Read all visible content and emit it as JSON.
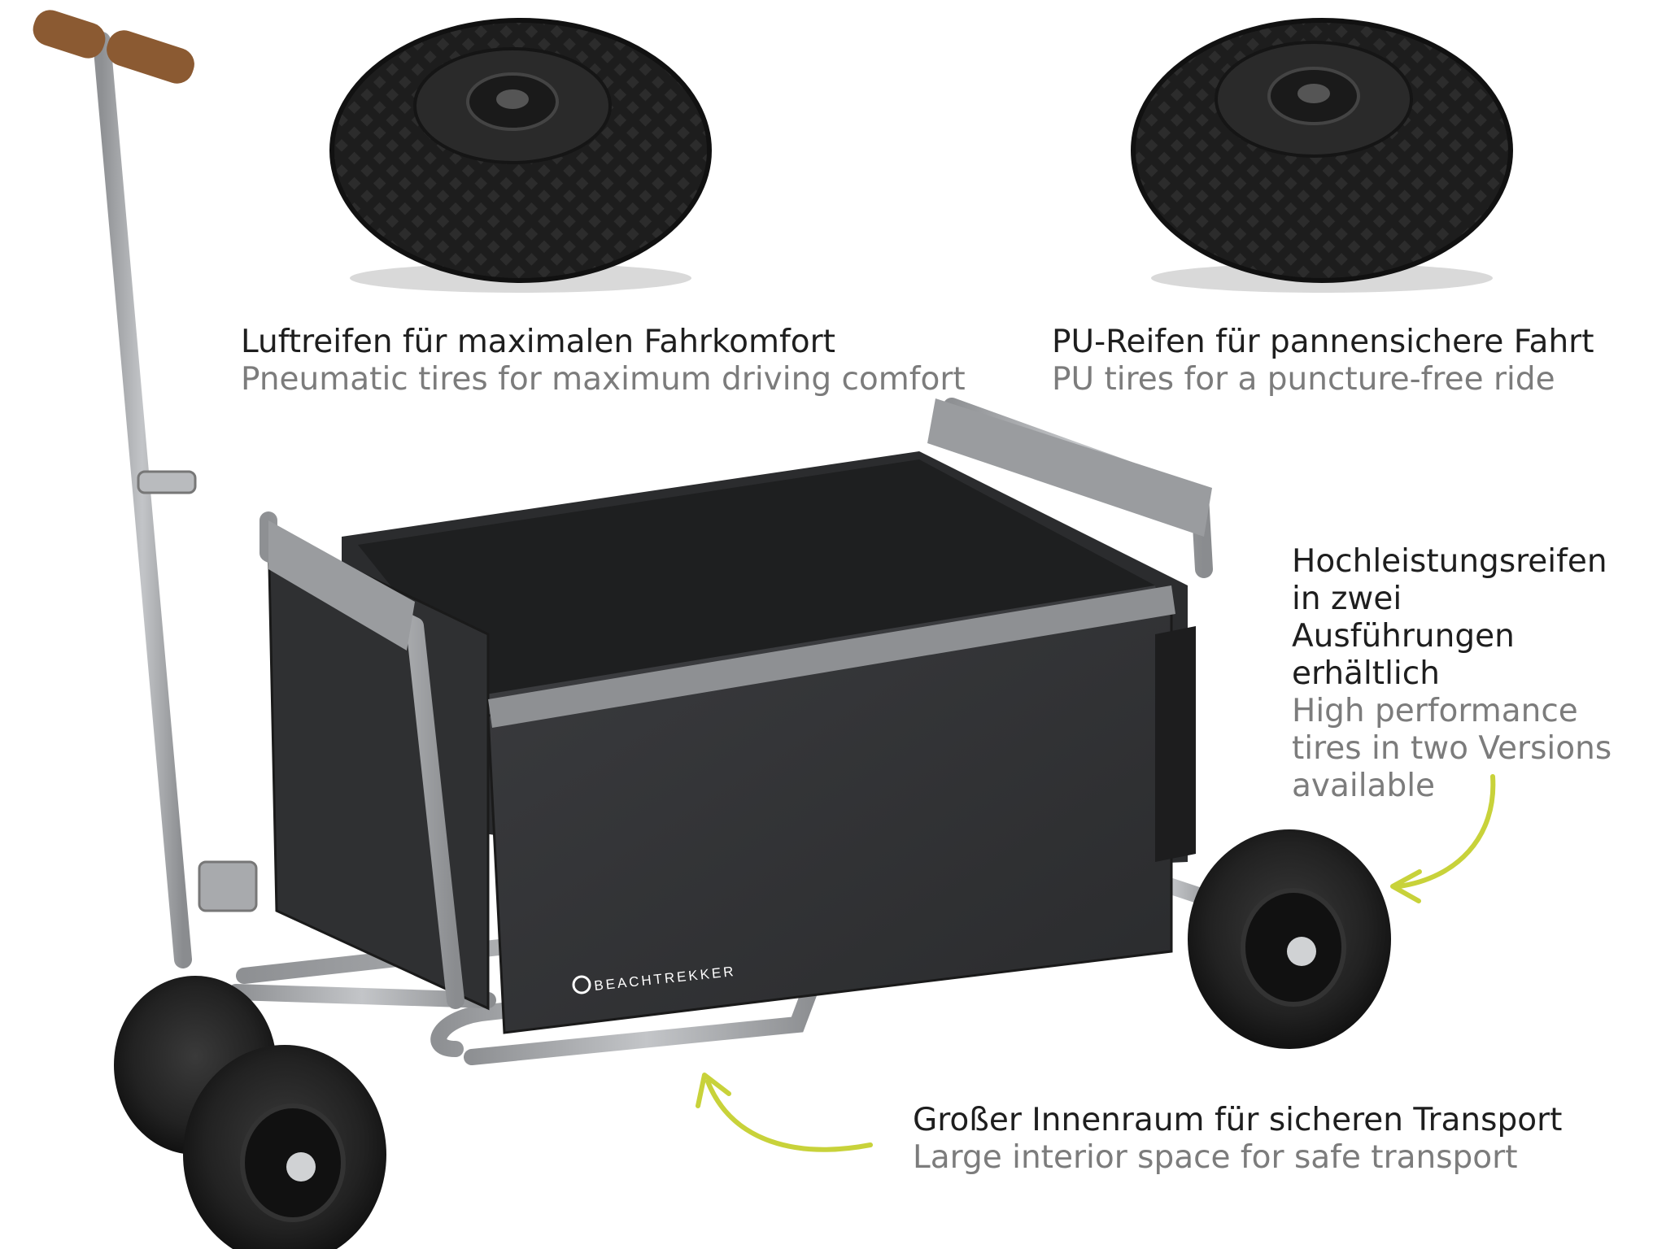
{
  "captions": {
    "air": {
      "de": "Luftreifen für maximalen Fahrkomfort",
      "en": "Pneumatic tires for maximum driving comfort"
    },
    "pu": {
      "de": "PU-Reifen für pannensichere Fahrt",
      "en": "PU tires for a puncture-free ride"
    },
    "performance": {
      "de": "Hochleistungsreifen in zwei Ausführungen erhältlich",
      "en": "High performance tires in two Versions available"
    },
    "interior": {
      "de": "Großer Innenraum für sicheren Transport",
      "en": "Large interior space for safe transport"
    }
  },
  "brand": {
    "name": "BEACHTREKKER"
  },
  "colors": {
    "accent": "#c8d23a",
    "frame": "#a6a8ab",
    "fabric": "#2f3032",
    "tire": "#1c1c1c",
    "handle": "#8b5a32"
  }
}
